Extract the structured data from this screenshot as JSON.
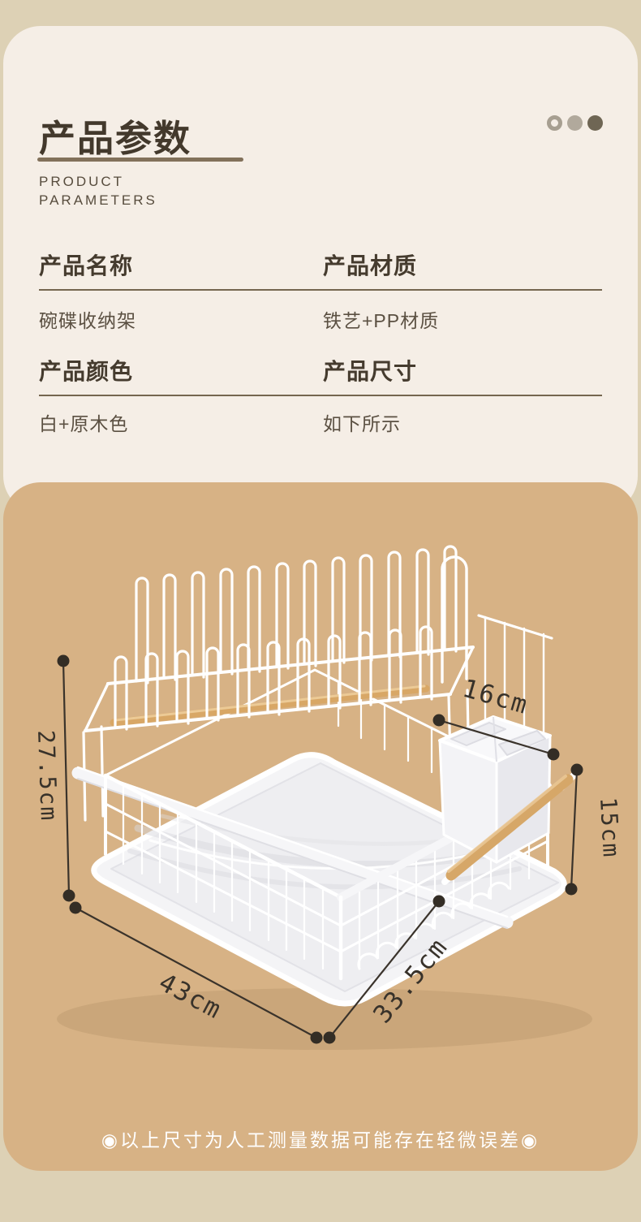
{
  "page": {
    "background": "#ddd1b5",
    "panel_cream": "#f5eee6",
    "panel_tan": "#d7b285"
  },
  "header": {
    "title": "产品参数",
    "subtitle_line1": "PRODUCT",
    "subtitle_line2": "PARAMETERS",
    "underline_color": "#82715a",
    "dots": {
      "count": 3,
      "styles": [
        "ring",
        "filled-light",
        "filled-dark"
      ],
      "colors": [
        "#a79f91",
        "#b1a99c",
        "#6f6654"
      ]
    }
  },
  "specs": {
    "rows": [
      {
        "label": "产品名称",
        "value": "碗碟收纳架"
      },
      {
        "label": "产品材质",
        "value": "铁艺+PP材质"
      },
      {
        "label": "产品颜色",
        "value": "白+原木色"
      },
      {
        "label": "产品尺寸",
        "value": "如下所示"
      }
    ]
  },
  "illustration": {
    "dimensions": {
      "width": "43cm",
      "depth": "33.5cm",
      "height": "27.5cm",
      "basket_height": "15cm",
      "cup_width": "16cm"
    },
    "colors": {
      "wire": "#ffffff",
      "wood": "#d6a768",
      "ink": "#38322a"
    }
  },
  "footer": {
    "note": "◉以上尺寸为人工测量数据可能存在轻微误差◉"
  }
}
